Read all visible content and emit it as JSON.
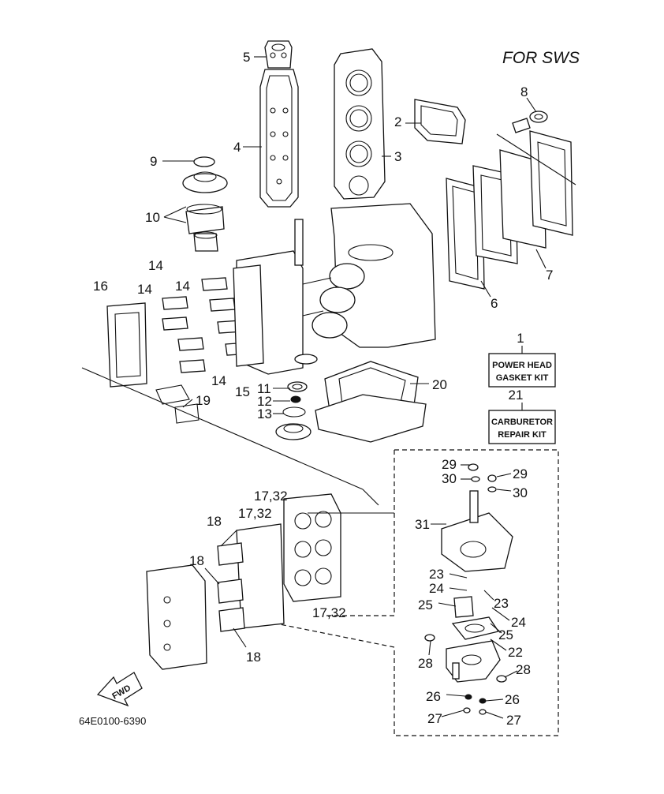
{
  "title": "FOR SWS",
  "drawing_code": "64E0100-6390",
  "fwd_label": "FWD",
  "kits": [
    {
      "number": "1",
      "line1": "POWER HEAD",
      "line2": "GASKET KIT"
    },
    {
      "number": "21",
      "line1": "CARBURETOR",
      "line2": "REPAIR KIT"
    }
  ],
  "callouts": {
    "c2": "2",
    "c3": "3",
    "c4": "4",
    "c5": "5",
    "c6": "6",
    "c7": "7",
    "c8": "8",
    "c9": "9",
    "c10": "10",
    "c11": "11",
    "c12": "12",
    "c13": "13",
    "c14a": "14",
    "c14b": "14",
    "c14c": "14",
    "c14d": "14",
    "c15": "15",
    "c16": "16",
    "c17a": "17,32",
    "c17b": "17,32",
    "c17c": "17,32",
    "c18a": "18",
    "c18b": "18",
    "c18c": "18",
    "c19": "19",
    "c20": "20",
    "c22": "22",
    "c23a": "23",
    "c23b": "23",
    "c24a": "24",
    "c24b": "24",
    "c25a": "25",
    "c25b": "25",
    "c26a": "26",
    "c26b": "26",
    "c27a": "27",
    "c27b": "27",
    "c28a": "28",
    "c28b": "28",
    "c29a": "29",
    "c29b": "29",
    "c30a": "30",
    "c30b": "30",
    "c31": "31"
  }
}
